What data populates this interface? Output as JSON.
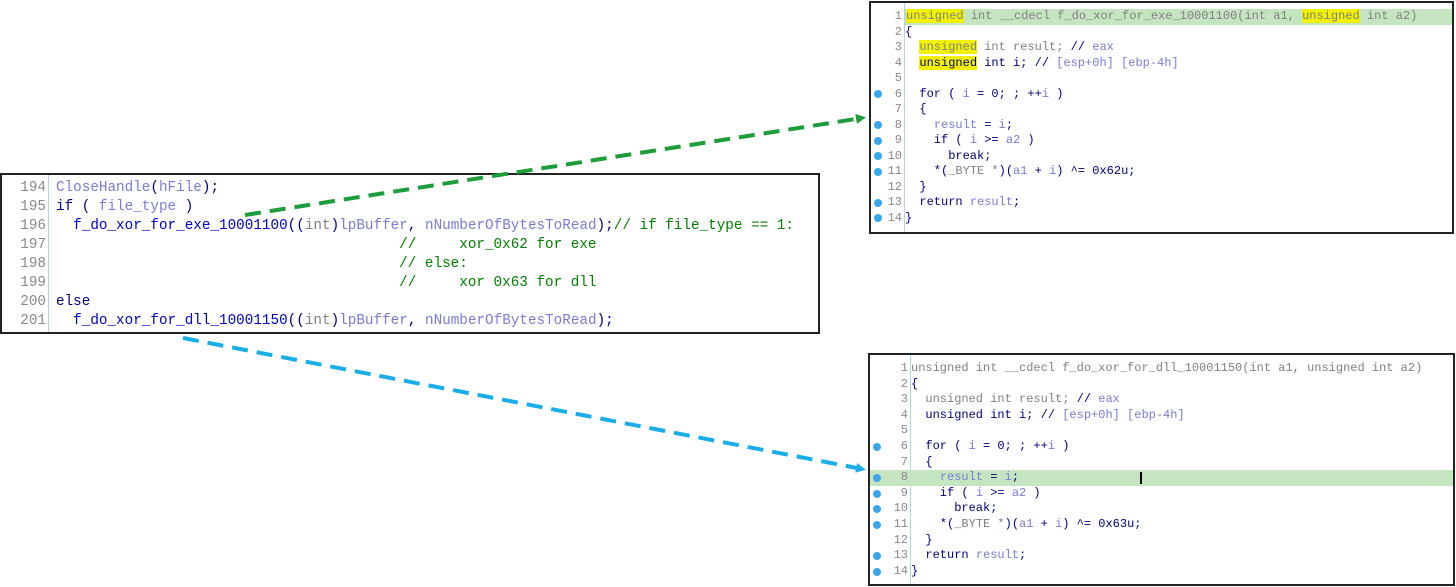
{
  "left_panel": {
    "lines": [
      {
        "n": "194",
        "tokens": [
          [
            "CloseHandle",
            "v"
          ],
          [
            "(",
            "k"
          ],
          [
            "hFile",
            "v"
          ],
          [
            ");",
            "k"
          ]
        ]
      },
      {
        "n": "195",
        "tokens": [
          [
            "if ( ",
            "k"
          ],
          [
            "file_type",
            "v"
          ],
          [
            " )",
            "k"
          ]
        ]
      },
      {
        "n": "196",
        "tokens": [
          [
            "  f_do_xor_for_exe_10001100",
            "f"
          ],
          [
            "((",
            "k"
          ],
          [
            "int",
            "g"
          ],
          [
            ")",
            "k"
          ],
          [
            "lpBuffer",
            "v"
          ],
          [
            ", ",
            "k"
          ],
          [
            "nNumberOfBytesToRead",
            "v"
          ],
          [
            ");",
            "k"
          ],
          [
            "// if file_type == 1:",
            "c"
          ]
        ]
      },
      {
        "n": "197",
        "tokens": [
          [
            "                                        //     xor_0x62 for exe",
            "c"
          ]
        ]
      },
      {
        "n": "198",
        "tokens": [
          [
            "                                        // else:",
            "c"
          ]
        ]
      },
      {
        "n": "199",
        "tokens": [
          [
            "                                        //     xor 0x63 for dll",
            "c"
          ]
        ]
      },
      {
        "n": "200",
        "tokens": [
          [
            "else",
            "k"
          ]
        ]
      },
      {
        "n": "201",
        "tokens": [
          [
            "  f_do_xor_for_dll_10001150",
            "f"
          ],
          [
            "((",
            "k"
          ],
          [
            "int",
            "g"
          ],
          [
            ")",
            "k"
          ],
          [
            "lpBuffer",
            "v"
          ],
          [
            ", ",
            "k"
          ],
          [
            "nNumberOfBytesToRead",
            "v"
          ],
          [
            ");",
            "k"
          ]
        ]
      }
    ]
  },
  "exe_panel": {
    "lines": [
      {
        "n": "1",
        "hl": true,
        "tokens": [
          [
            "unsigned",
            "gy"
          ],
          [
            " int __cdecl ",
            "g"
          ],
          [
            "f_do_xor_for_exe_10001100",
            "g"
          ],
          [
            "(int a1, ",
            "g"
          ],
          [
            "unsigned",
            "gy"
          ],
          [
            " int a2)",
            "g"
          ]
        ]
      },
      {
        "n": "2",
        "tokens": [
          [
            "{",
            "k"
          ]
        ]
      },
      {
        "n": "3",
        "tokens": [
          [
            "  ",
            "g"
          ],
          [
            "unsigned",
            "gy"
          ],
          [
            " int result; ",
            "g"
          ],
          [
            "// ",
            "k"
          ],
          [
            "eax",
            "v"
          ]
        ]
      },
      {
        "n": "4",
        "tokens": [
          [
            "  ",
            "k"
          ],
          [
            "unsigned",
            "ky"
          ],
          [
            " int i; // ",
            "k"
          ],
          [
            "[esp+0h] [ebp-4h]",
            "v"
          ]
        ]
      },
      {
        "n": "5",
        "tokens": []
      },
      {
        "n": "6",
        "dot": true,
        "tokens": [
          [
            "  for ( ",
            "k"
          ],
          [
            "i",
            "v"
          ],
          [
            " = 0; ; ++",
            "k"
          ],
          [
            "i",
            "v"
          ],
          [
            " )",
            "k"
          ]
        ]
      },
      {
        "n": "7",
        "tokens": [
          [
            "  {",
            "k"
          ]
        ]
      },
      {
        "n": "8",
        "dot": true,
        "tokens": [
          [
            "    ",
            "k"
          ],
          [
            "result",
            "v"
          ],
          [
            " = ",
            "k"
          ],
          [
            "i",
            "v"
          ],
          [
            ";",
            "k"
          ]
        ]
      },
      {
        "n": "9",
        "dot": true,
        "tokens": [
          [
            "    if ( ",
            "k"
          ],
          [
            "i",
            "v"
          ],
          [
            " >= ",
            "k"
          ],
          [
            "a2",
            "v"
          ],
          [
            " )",
            "k"
          ]
        ]
      },
      {
        "n": "10",
        "dot": true,
        "tokens": [
          [
            "      break;",
            "k"
          ]
        ]
      },
      {
        "n": "11",
        "dot": true,
        "tokens": [
          [
            "    *(",
            "k"
          ],
          [
            "_BYTE *",
            "g"
          ],
          [
            ")(",
            "k"
          ],
          [
            "a1",
            "v"
          ],
          [
            " + ",
            "k"
          ],
          [
            "i",
            "v"
          ],
          [
            ") ^= 0x62u;",
            "k"
          ]
        ]
      },
      {
        "n": "12",
        "tokens": [
          [
            "  }",
            "k"
          ]
        ]
      },
      {
        "n": "13",
        "dot": true,
        "tokens": [
          [
            "  return ",
            "k"
          ],
          [
            "result",
            "v"
          ],
          [
            ";",
            "k"
          ]
        ]
      },
      {
        "n": "14",
        "dot": true,
        "tokens": [
          [
            "}",
            "k"
          ]
        ]
      }
    ]
  },
  "dll_panel": {
    "lines": [
      {
        "n": "1",
        "tokens": [
          [
            "unsigned int __cdecl f_do_xor_for_dll_10001150(int a1, unsigned int a2)",
            "g"
          ]
        ]
      },
      {
        "n": "2",
        "tokens": [
          [
            "{",
            "k"
          ]
        ]
      },
      {
        "n": "3",
        "tokens": [
          [
            "  unsigned int result; ",
            "g"
          ],
          [
            "// ",
            "k"
          ],
          [
            "eax",
            "v"
          ]
        ]
      },
      {
        "n": "4",
        "tokens": [
          [
            "  unsigned int i; // ",
            "k"
          ],
          [
            "[esp+0h] [ebp-4h]",
            "v"
          ]
        ]
      },
      {
        "n": "5",
        "tokens": []
      },
      {
        "n": "6",
        "dot": true,
        "tokens": [
          [
            "  for ( ",
            "k"
          ],
          [
            "i",
            "v"
          ],
          [
            " = 0; ; ++",
            "k"
          ],
          [
            "i",
            "v"
          ],
          [
            " )",
            "k"
          ]
        ]
      },
      {
        "n": "7",
        "tokens": [
          [
            "  {",
            "k"
          ]
        ]
      },
      {
        "n": "8",
        "dot": true,
        "hl": true,
        "tokens": [
          [
            "    ",
            "k"
          ],
          [
            "result",
            "v"
          ],
          [
            " = ",
            "k"
          ],
          [
            "i",
            "v"
          ],
          [
            ";",
            "k"
          ]
        ]
      },
      {
        "n": "9",
        "dot": true,
        "tokens": [
          [
            "    if ( ",
            "k"
          ],
          [
            "i",
            "v"
          ],
          [
            " >= ",
            "k"
          ],
          [
            "a2",
            "v"
          ],
          [
            " )",
            "k"
          ]
        ]
      },
      {
        "n": "10",
        "dot": true,
        "tokens": [
          [
            "      break;",
            "k"
          ]
        ]
      },
      {
        "n": "11",
        "dot": true,
        "tokens": [
          [
            "    *(",
            "k"
          ],
          [
            "_BYTE *",
            "g"
          ],
          [
            ")(",
            "k"
          ],
          [
            "a1",
            "v"
          ],
          [
            " + ",
            "k"
          ],
          [
            "i",
            "v"
          ],
          [
            ") ^= 0x63u;",
            "k"
          ]
        ]
      },
      {
        "n": "12",
        "tokens": [
          [
            "  }",
            "k"
          ]
        ]
      },
      {
        "n": "13",
        "dot": true,
        "tokens": [
          [
            "  return ",
            "k"
          ],
          [
            "result",
            "v"
          ],
          [
            ";",
            "k"
          ]
        ]
      },
      {
        "n": "14",
        "dot": true,
        "tokens": [
          [
            "}",
            "k"
          ]
        ]
      }
    ]
  },
  "colors": {
    "exe_arrow": "#1e9e3a",
    "dll_arrow": "#1aaee8"
  }
}
